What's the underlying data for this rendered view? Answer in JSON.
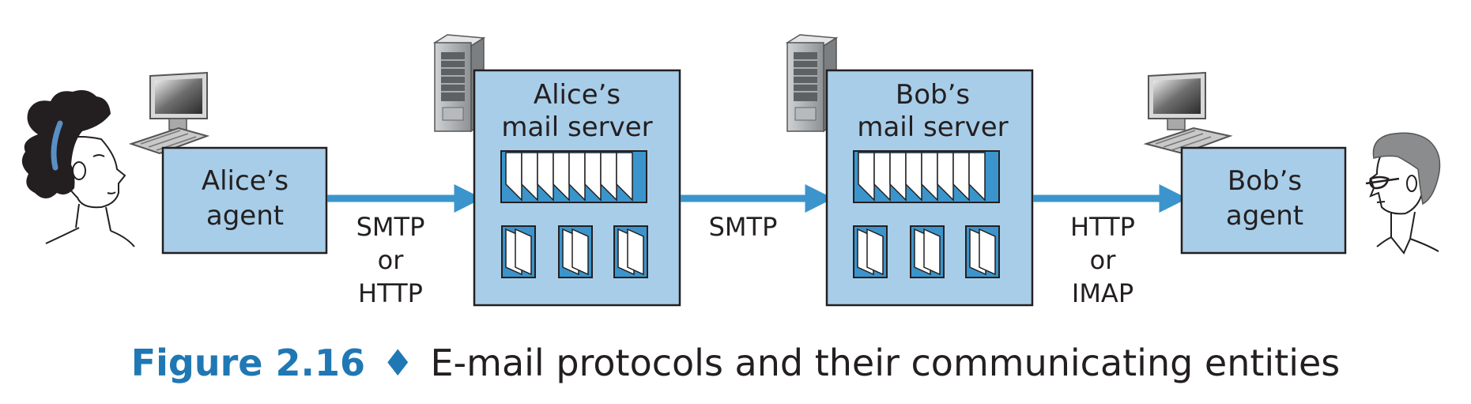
{
  "diagram": {
    "alice_agent": {
      "line1": "Alice’s",
      "line2": "agent"
    },
    "alice_server": {
      "line1": "Alice’s",
      "line2": "mail server"
    },
    "bob_server": {
      "line1": "Bob’s",
      "line2": "mail server"
    },
    "bob_agent": {
      "line1": "Bob’s",
      "line2": "agent"
    },
    "link1": {
      "line1": "SMTP",
      "line2": "or",
      "line3": "HTTP"
    },
    "link2": {
      "line1": "SMTP"
    },
    "link3": {
      "line1": "HTTP",
      "line2": "or",
      "line3": "IMAP"
    }
  },
  "caption": {
    "figure_label": "Figure 2.16",
    "separator": "♦",
    "text": "E-mail protocols and their communicating entities"
  },
  "colors": {
    "box_fill": "#a8cde8",
    "accent_blue": "#3b95cc",
    "outline": "#231f20",
    "caption_blue": "#1f78b4"
  }
}
